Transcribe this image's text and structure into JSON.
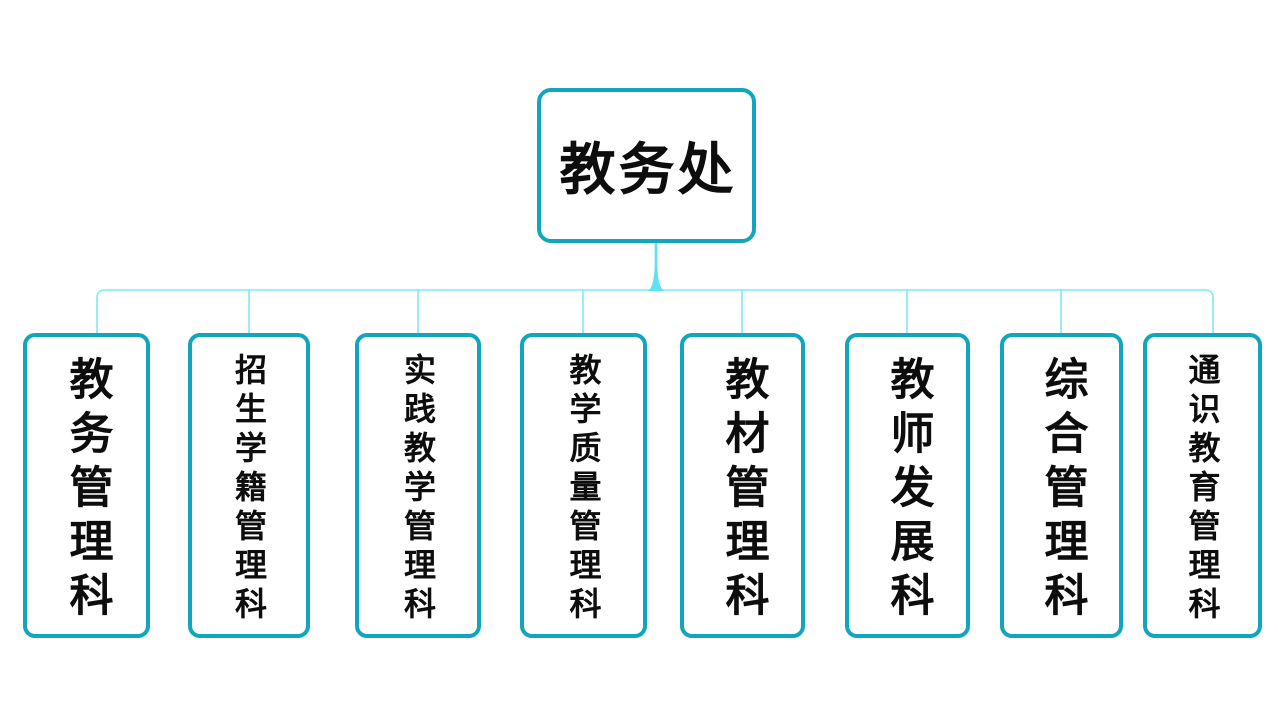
{
  "org_chart": {
    "root": {
      "label": "教务处"
    },
    "departments": [
      {
        "name": "教务管理科"
      },
      {
        "name": "招生学籍管理科"
      },
      {
        "name": "实践教学管理科"
      },
      {
        "name": "教学质量管理科"
      },
      {
        "name": "教材管理科"
      },
      {
        "name": "教师发展科"
      },
      {
        "name": "综合管理科"
      },
      {
        "name": "通识教育管理科"
      }
    ]
  },
  "colors": {
    "node-border": "#11a6bd",
    "connector": "#7deaf5",
    "connector-strong": "#5ce2f0",
    "text": "#0d0d0d",
    "background": "#ffffff"
  }
}
